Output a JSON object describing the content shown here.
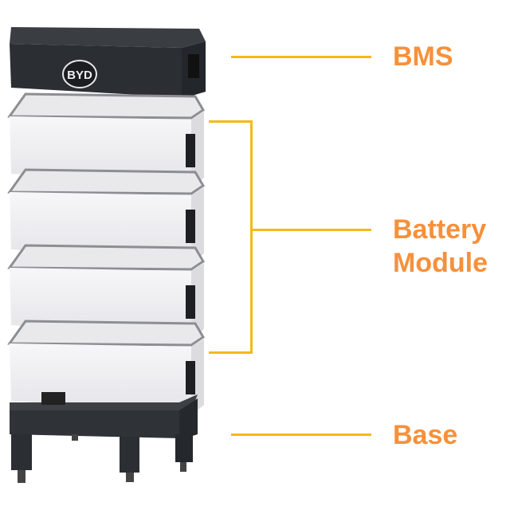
{
  "brand_logo": "BYD",
  "labels": {
    "bms": "BMS",
    "battery_line1": "Battery",
    "battery_line2": "Module",
    "base": "Base"
  },
  "colors": {
    "label": "#f7903a",
    "leader_line": "#f5b81c",
    "bms_body": "#2b2e33",
    "module_body": "#f1f1f3",
    "base_body": "#2f3237"
  },
  "module_count": 4
}
